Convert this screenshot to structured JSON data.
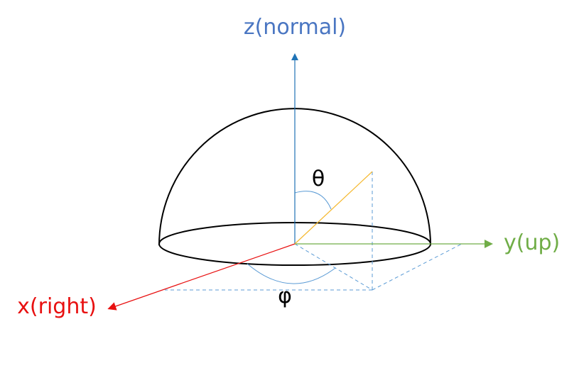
{
  "labels": {
    "z_axis": "z(normal)",
    "y_axis": "y(up)",
    "x_axis": "x(right)",
    "theta": "θ",
    "phi": "φ"
  },
  "colors": {
    "z_axis": "#1f73b6",
    "z_label": "#4a76c2",
    "y_axis": "#70ad47",
    "x_axis": "#e81010",
    "vector": "#f5b82e",
    "projection": "#5b9bd5",
    "angle_arc": "#5b9bd5",
    "hemisphere": "#000000",
    "angle_text": "#000000"
  }
}
